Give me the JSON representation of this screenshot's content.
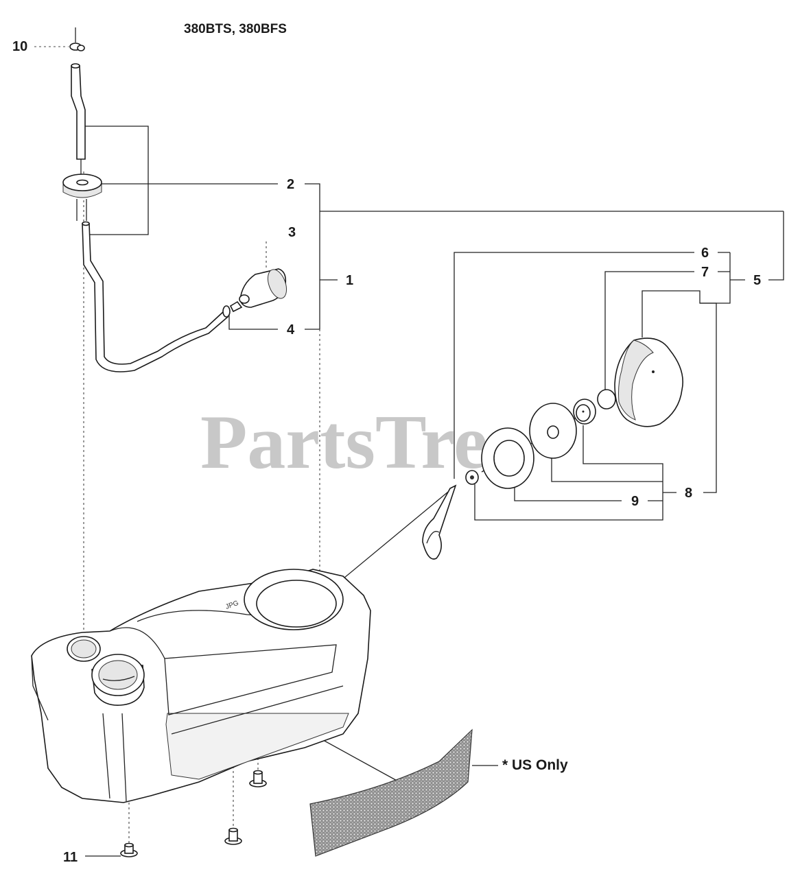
{
  "diagram": {
    "title": "380BTS, 380BFS",
    "watermark": "PartsTree",
    "note": "* US Only",
    "callouts": [
      {
        "id": "callout-1",
        "label": "1"
      },
      {
        "id": "callout-2",
        "label": "2"
      },
      {
        "id": "callout-3",
        "label": "3"
      },
      {
        "id": "callout-4",
        "label": "4"
      },
      {
        "id": "callout-5",
        "label": "5"
      },
      {
        "id": "callout-6",
        "label": "6"
      },
      {
        "id": "callout-7",
        "label": "7"
      },
      {
        "id": "callout-8",
        "label": "8"
      },
      {
        "id": "callout-9",
        "label": "9"
      },
      {
        "id": "callout-10",
        "label": "10"
      },
      {
        "id": "callout-11",
        "label": "11"
      }
    ]
  }
}
